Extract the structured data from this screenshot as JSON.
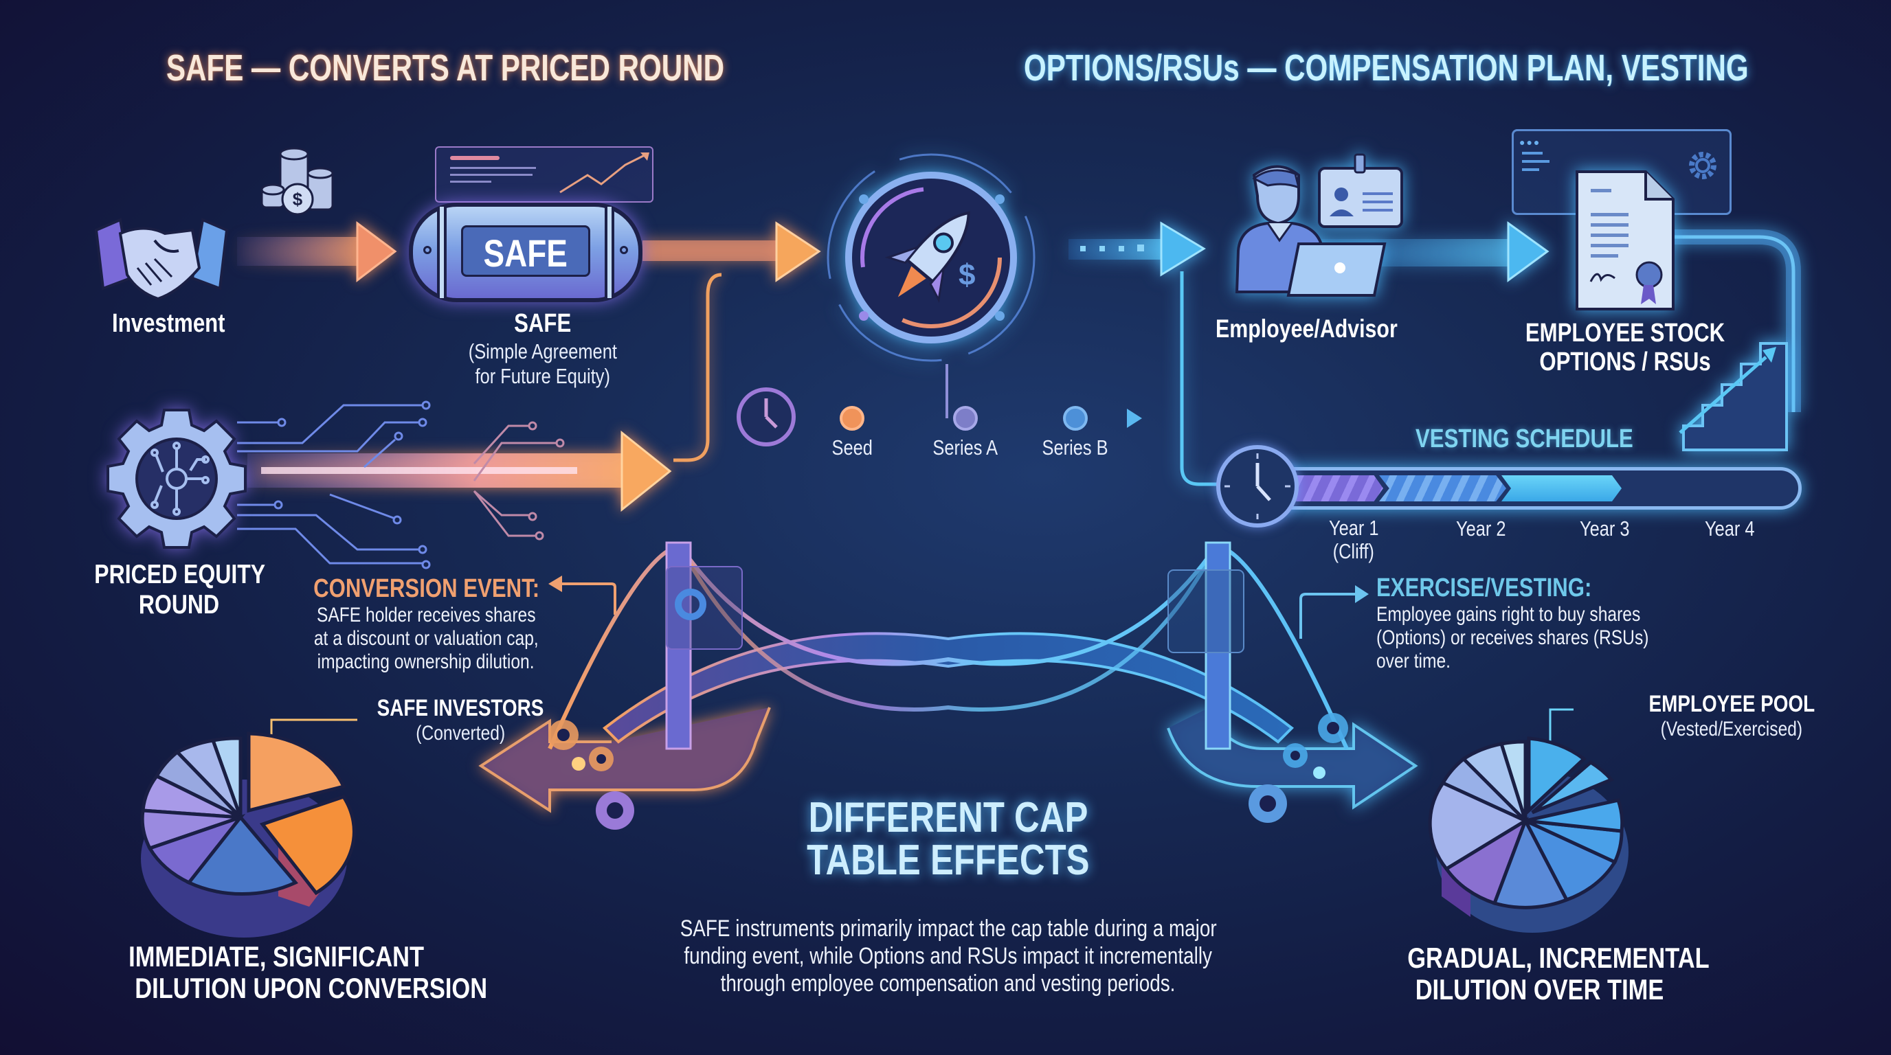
{
  "headers": {
    "left": "SAFE — CONVERTS AT PRICED ROUND",
    "right": "OPTIONS/RSUs — COMPENSATION PLAN, VESTING"
  },
  "safe_flow": {
    "investment_label": "Investment",
    "safe_capsule_text": "SAFE",
    "safe_label": "SAFE",
    "safe_sublabel_line1": "(Simple Agreement",
    "safe_sublabel_line2": "for Future Equity)",
    "priced_round_line1": "PRICED EQUITY",
    "priced_round_line2": "ROUND"
  },
  "funding_timeline": {
    "stages": [
      "Seed",
      "Series A",
      "Series B"
    ],
    "colors": [
      "#f0935a",
      "#8f8fd8",
      "#5aa0e8"
    ]
  },
  "conversion_event": {
    "title": "CONVERSION EVENT:",
    "lines": [
      "SAFE holder receives shares",
      "at a discount or valuation cap,",
      "impacting ownership dilution."
    ]
  },
  "options_flow": {
    "employee_label": "Employee/Advisor",
    "stock_options_line1": "EMPLOYEE STOCK",
    "stock_options_line2": "OPTIONS / RSUs"
  },
  "vesting": {
    "title": "VESTING SCHEDULE",
    "years": [
      "Year 1",
      "Year 2",
      "Year 3",
      "Year 4"
    ],
    "year1_note": "(Cliff)"
  },
  "exercise_vesting": {
    "title": "EXERCISE/VESTING:",
    "lines": [
      "Employee gains right to buy shares",
      "(Options) or receives shares (RSUs)",
      "over time."
    ]
  },
  "center": {
    "title_line1": "DIFFERENT CAP",
    "title_line2": "TABLE EFFECTS",
    "summary_lines": [
      "SAFE instruments primarily impact the cap table during a major",
      "funding event, while Options and RSUs impact it incrementally",
      "through employee compensation and vesting periods."
    ]
  },
  "left_pie": {
    "callout_title": "SAFE INVESTORS",
    "callout_sub": "(Converted)",
    "caption_line1": "IMMEDIATE, SIGNIFICANT",
    "caption_line2": "DILUTION UPON CONVERSION"
  },
  "right_pie": {
    "callout_title": "EMPLOYEE POOL",
    "callout_sub": "(Vested/Exercised)",
    "caption_line1": "GRADUAL, INCREMENTAL",
    "caption_line2": "DILUTION OVER TIME"
  },
  "colors": {
    "safe_accent": "#f0935a",
    "options_accent": "#5cc8f2",
    "background": "#162550",
    "vesting_title": "#7fd4f0",
    "conversion_title": "#f0a070",
    "exercise_title": "#6fc8ea"
  }
}
